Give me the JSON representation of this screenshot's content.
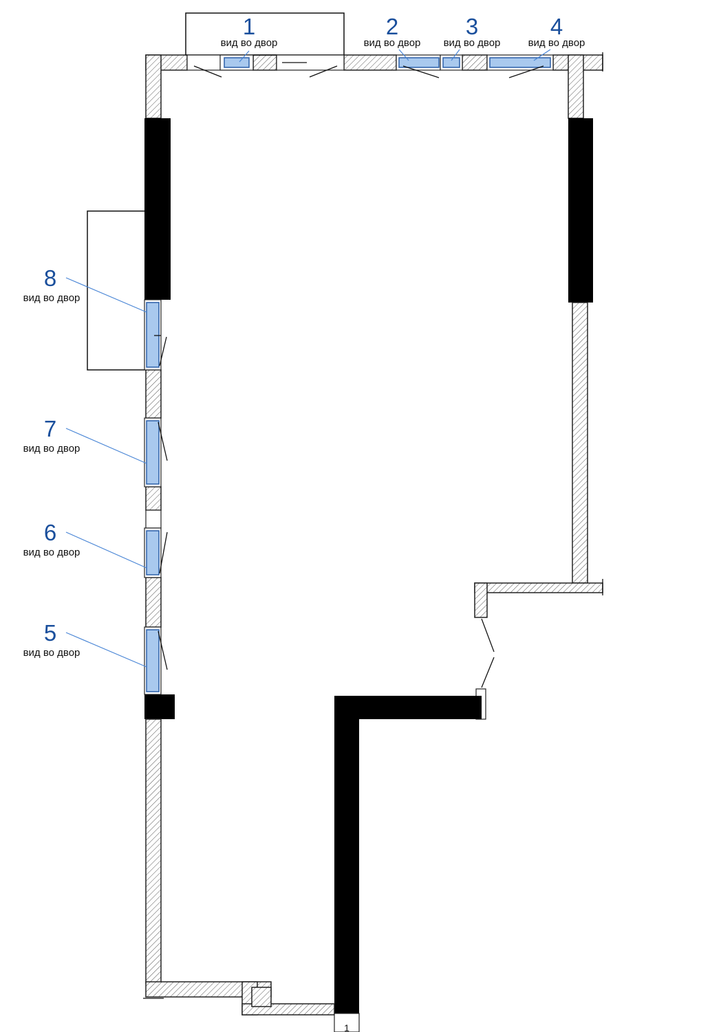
{
  "windows": [
    {
      "number": "1",
      "caption": "вид во двор"
    },
    {
      "number": "2",
      "caption": "вид во двор"
    },
    {
      "number": "3",
      "caption": "вид во двор"
    },
    {
      "number": "4",
      "caption": "вид во двор"
    },
    {
      "number": "5",
      "caption": "вид во двор"
    },
    {
      "number": "6",
      "caption": "вид во двор"
    },
    {
      "number": "7",
      "caption": "вид во двор"
    },
    {
      "number": "8",
      "caption": "вид во двор"
    }
  ],
  "bottom_mark": "1",
  "colors": {
    "label_number": "#1a4f9c",
    "glass": "#a9c9ee",
    "leader_line": "#4a86d6",
    "wall_solid": "#000000"
  }
}
